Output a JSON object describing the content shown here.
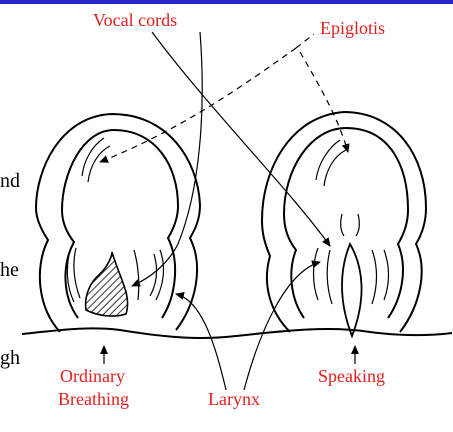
{
  "colors": {
    "label": "#e0201c",
    "line": "#000000",
    "top_bar": "#2626c8",
    "background": "#ffffff"
  },
  "labels": {
    "vocal_cords": "Vocal cords",
    "epiglotis": "Epiglotis",
    "ordinary": "Ordinary",
    "breathing": "Breathing",
    "larynx": "Larynx",
    "speaking": "Speaking"
  },
  "cropped_text": [
    "nd",
    "he",
    "gh"
  ]
}
